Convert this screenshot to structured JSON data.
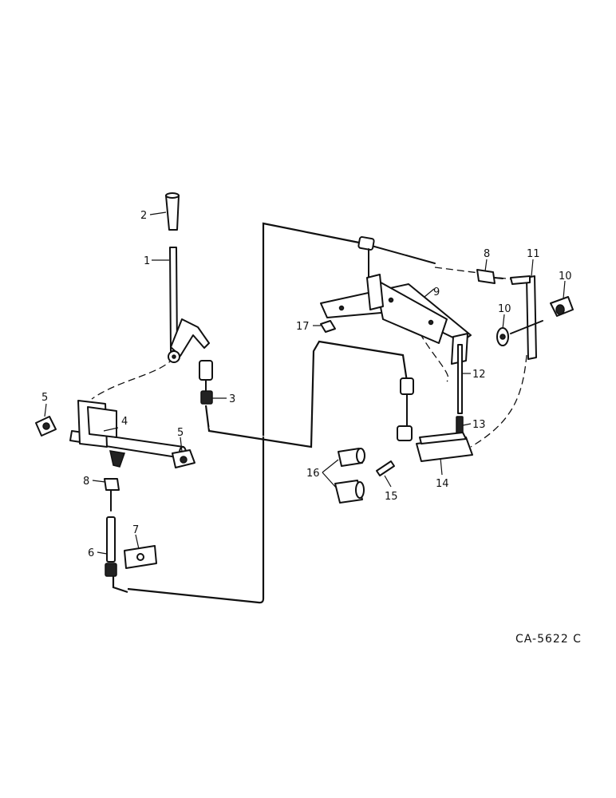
{
  "callouts": {
    "c1": "1",
    "c2": "2",
    "c3": "3",
    "c4": "4",
    "c5a": "5",
    "c5b": "5",
    "c6": "6",
    "c7": "7",
    "c8a": "8",
    "c8b": "8",
    "c9": "9",
    "c10a": "10",
    "c10b": "10",
    "c11": "11",
    "c12": "12",
    "c13": "13",
    "c14": "14",
    "c15": "15",
    "c16": "16",
    "c17": "17"
  },
  "drawing_code": "CA-5622 C"
}
